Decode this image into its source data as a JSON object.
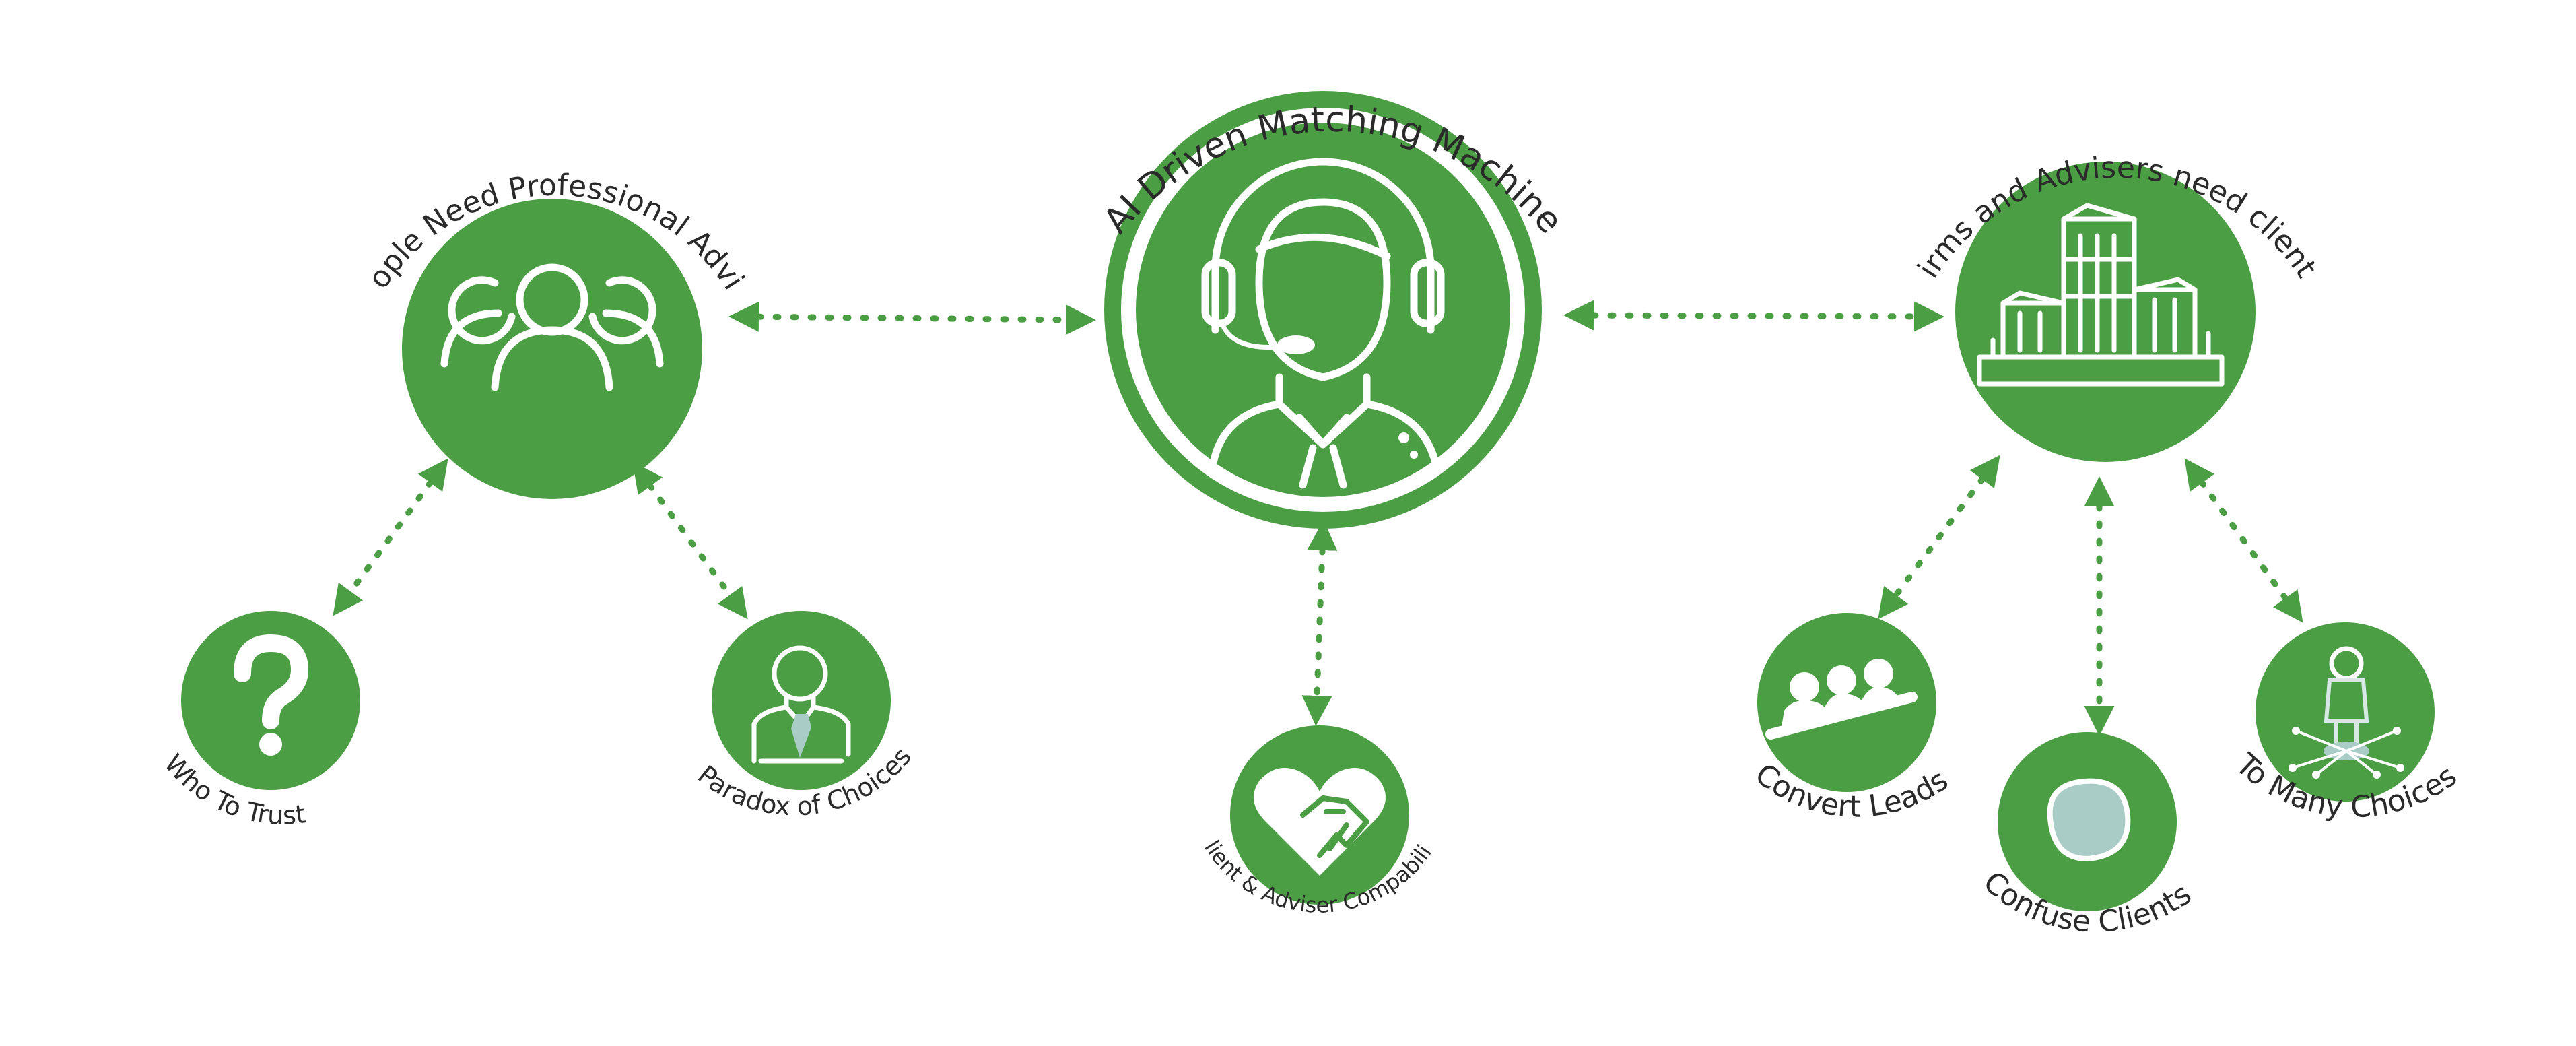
{
  "colors": {
    "accent": "#4c9e45",
    "light_fill": "#a9cdc6",
    "text": "#2a2a2a",
    "background": "#ffffff"
  },
  "nodes": {
    "center": {
      "label": "AI Driven Matching Machine",
      "icon": "headset-agent-icon"
    },
    "left": {
      "label": "People Need Professional Advise",
      "icon": "people-group-icon"
    },
    "right": {
      "label": "Firms and Advisers need clients",
      "icon": "city-buildings-icon"
    },
    "who_to_trust": {
      "label": "Who To Trust",
      "icon": "question-mark-icon"
    },
    "paradox": {
      "label": "Paradox of Choices",
      "icon": "person-bust-icon"
    },
    "compatibility": {
      "label": "Client & Adviser Compability",
      "icon": "heart-handshake-icon"
    },
    "convert_leads": {
      "label": "Convert Leads",
      "icon": "crowd-arrow-icon"
    },
    "confuse_clients": {
      "label": "Confuse Clients",
      "icon": "blob-icon"
    },
    "many_choices": {
      "label": "To Many Choices",
      "icon": "person-crossroads-icon"
    }
  }
}
